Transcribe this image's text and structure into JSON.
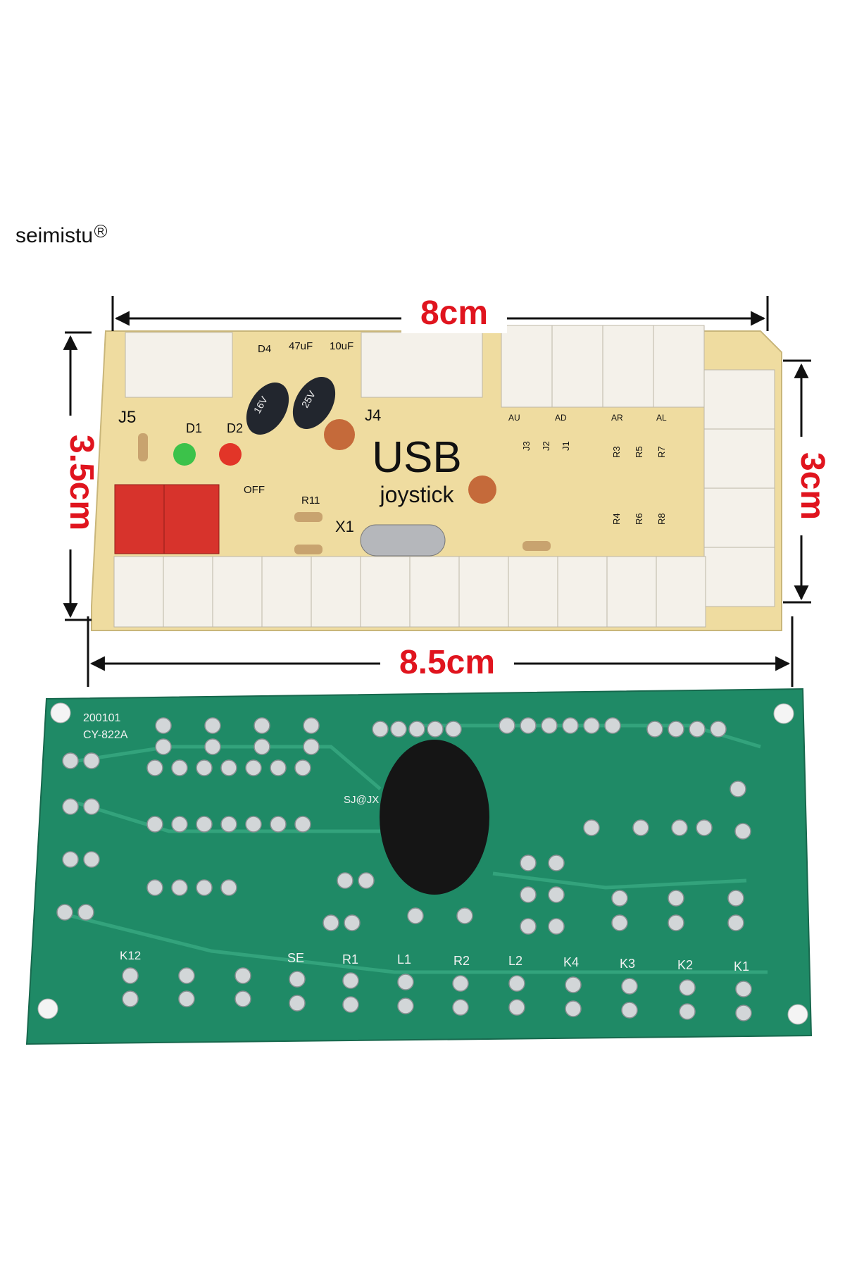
{
  "brand": {
    "name": "seimistu",
    "mark": "R"
  },
  "dimensions": {
    "top_width": "8cm",
    "bottom_width": "8.5cm",
    "left_height": "3.5cm",
    "right_height": "3cm"
  },
  "board_top": {
    "title": "USB",
    "subtitle": "joystick",
    "labels": [
      "J5",
      "D1",
      "D2",
      "D4",
      "47uF",
      "10uF",
      "J4",
      "R11",
      "X1",
      "AU",
      "AD",
      "AR",
      "AL",
      "J3",
      "J2",
      "J1",
      "R3",
      "R5",
      "R7",
      "R4",
      "R6",
      "R8",
      "OFF"
    ],
    "cap_marks": [
      "16V",
      "25V"
    ]
  },
  "board_bottom": {
    "code": "200101",
    "model": "CY-822A",
    "maker": "SJ@JX",
    "button_labels": [
      "K12",
      "SE",
      "R1",
      "L1",
      "R2",
      "L2",
      "K4",
      "K3",
      "K2",
      "K1"
    ]
  },
  "colors": {
    "dimension_red": "#e0141e",
    "pcb_top": "#efdca0",
    "pcb_bottom": "#1f8a66"
  }
}
